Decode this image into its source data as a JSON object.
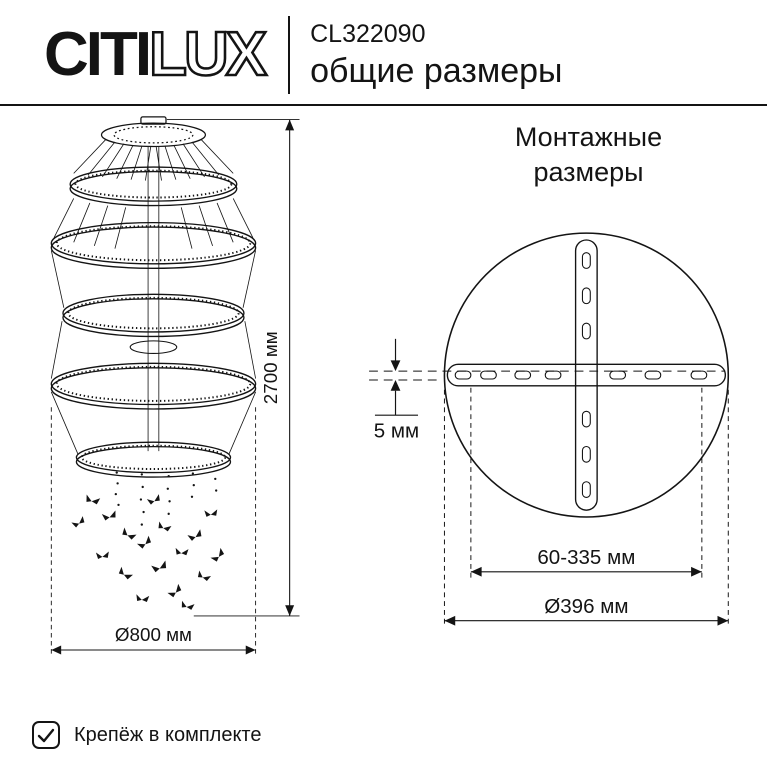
{
  "header": {
    "brand_solid": "CITI",
    "brand_outline": "LUX",
    "model": "CL322090",
    "subtitle": "общие размеры"
  },
  "overall": {
    "height": "2700 мм",
    "diameter": "Ø800 мм"
  },
  "mounting": {
    "title": "Монтажные размеры",
    "gap": "5 мм",
    "slot_range": "60-335 мм",
    "plate_diameter": "Ø396 мм"
  },
  "footer": {
    "note": "Крепёж в комплекте"
  },
  "colors": {
    "ink": "#141414"
  }
}
